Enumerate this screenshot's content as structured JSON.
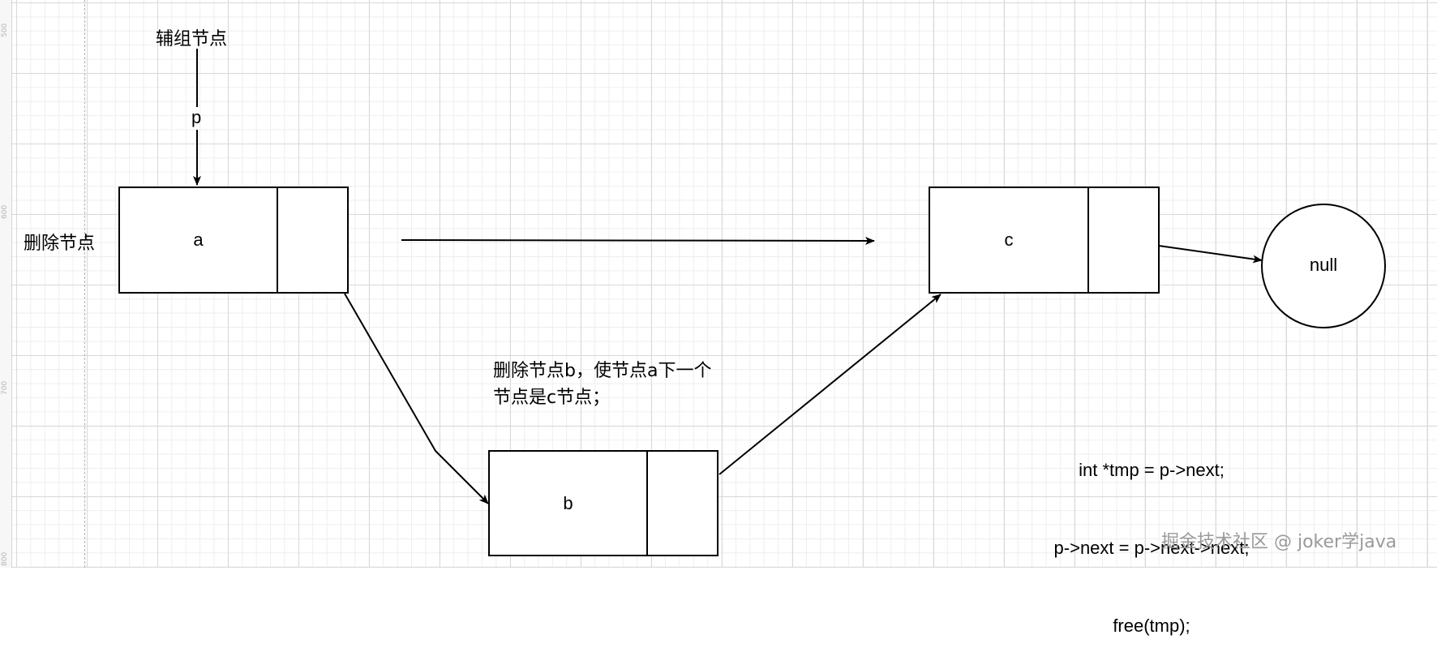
{
  "ruler": {
    "labels": [
      "500",
      "600",
      "700",
      "800"
    ]
  },
  "pointer": {
    "title": "辅组节点",
    "label": "p"
  },
  "side_label": "删除节点",
  "nodes": {
    "a": "a",
    "b": "b",
    "c": "c",
    "null": "null"
  },
  "note": {
    "line1": "删除节点b，使节点a下一个",
    "line2": "节点是c节点；"
  },
  "code": {
    "line1": "int *tmp = p->next;",
    "line2": "p->next = p->next->next;",
    "line3": "free(tmp);"
  },
  "watermark": "掘金技术社区 @ joker学java",
  "colors": {
    "stroke": "#000000",
    "grid_major": "#d9d9d9",
    "grid_minor": "#eeeeee",
    "watermark": "#9a9a9a"
  }
}
